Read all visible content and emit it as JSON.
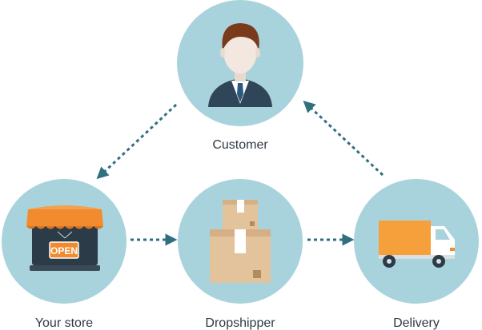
{
  "nodes": {
    "customer": {
      "label": "Customer"
    },
    "store": {
      "label": "Your store",
      "sign_text": "OPEN"
    },
    "dropshipper": {
      "label": "Dropshipper"
    },
    "delivery": {
      "label": "Delivery"
    }
  },
  "colors": {
    "circle": "#a9d3dc",
    "arrow": "#2f6f80",
    "label": "#2f3a45",
    "awning": "#f28a2e",
    "box": "#e3c39c",
    "truck_cargo": "#f5a03a",
    "hair": "#7a3b1d",
    "suit": "#2f4658",
    "skin": "#f3e7df"
  }
}
